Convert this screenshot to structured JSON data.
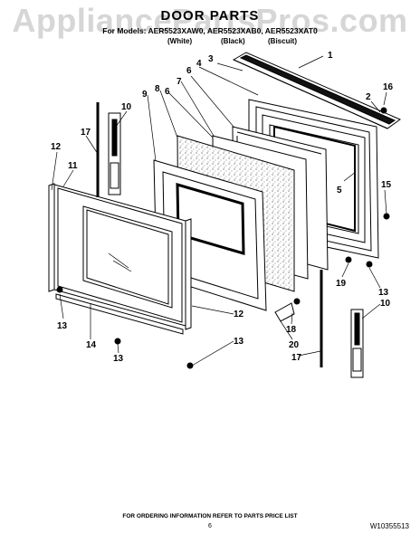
{
  "watermark": "AppliancePartsPros.com",
  "title": "DOOR PARTS",
  "models_line": "For Models: AER5523XAW0, AER5523XAB0, AER5523XAT0",
  "color_labels": [
    "(White)",
    "(Black)",
    "(Biscuit)"
  ],
  "callouts": [
    "1",
    "2",
    "3",
    "4",
    "5",
    "6",
    "6",
    "7",
    "8",
    "9",
    "10",
    "10",
    "11",
    "12",
    "12",
    "13",
    "13",
    "13",
    "13",
    "14",
    "15",
    "16",
    "17",
    "17",
    "18",
    "19",
    "20"
  ],
  "footer": "FOR ORDERING INFORMATION REFER TO PARTS PRICE LIST",
  "page_number": "6",
  "doc_number": "W10355513"
}
